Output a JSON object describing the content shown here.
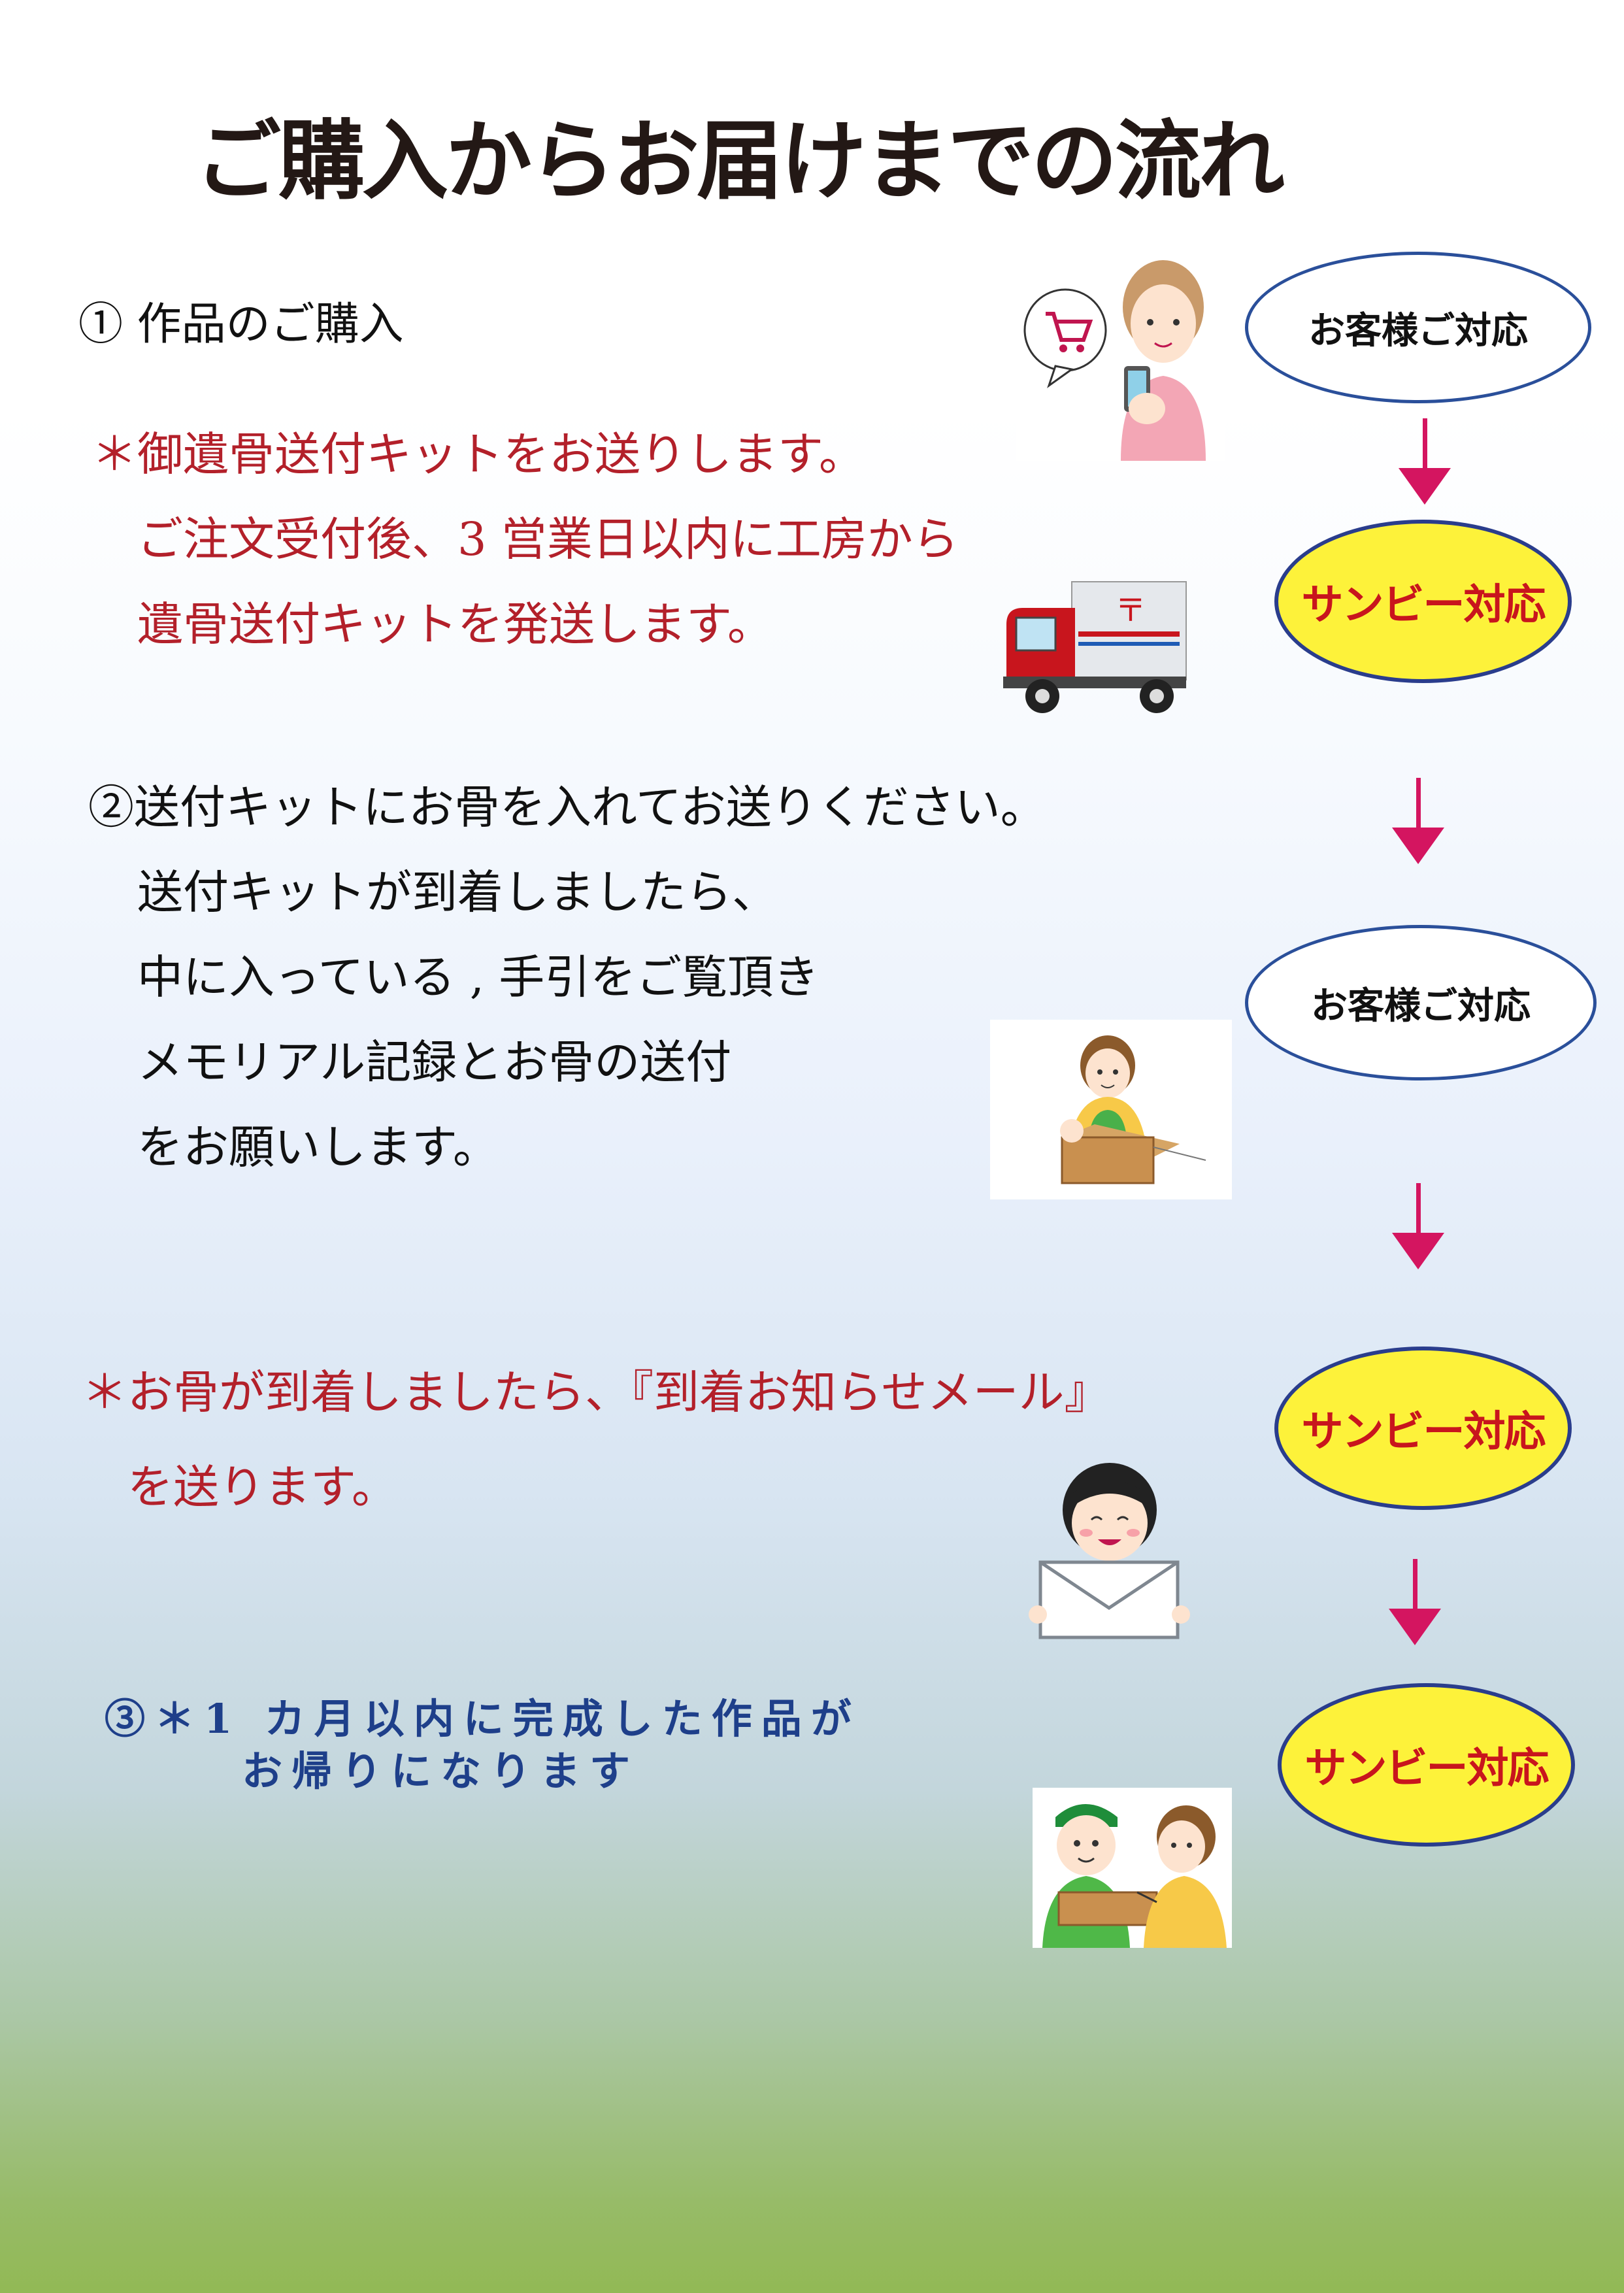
{
  "title": "ご購入からお届けまでの流れ",
  "step1": {
    "heading": "① 作品のご購入",
    "lines": [
      "＊御遺骨送付キットをお送りします。",
      "ご注文受付後、3 営業日以内に工房から",
      "遺骨送付キットを発送します。"
    ]
  },
  "step2": {
    "lines": [
      "②送付キットにお骨を入れてお送りください。",
      "送付キットが到着しましたら、",
      "中に入っている , 手引をご覧頂き",
      "メモリアル記録とお骨の送付",
      "をお願いします。"
    ]
  },
  "notice": {
    "lines": [
      "＊お骨が到着しましたら、『到着お知らせメール』",
      "を送ります。"
    ]
  },
  "step3": {
    "lines": [
      "③＊1 カ月以内に完成した作品が",
      "お帰りになります"
    ]
  },
  "flow": {
    "customer_label": "お客様ご対応",
    "sunbe_label": "サンビー対応"
  },
  "illustrations": {
    "truck_logo": "〒",
    "icons": [
      "shopping-cart-icon",
      "delivery-truck-icon",
      "packing-box-icon",
      "mail-envelope-icon",
      "delivery-handover-icon"
    ]
  },
  "colors": {
    "red_text": "#b3202a",
    "blue_text": "#1e3f8a",
    "arrow": "#d41560",
    "sunbe_fill": "#fdf23a",
    "oval_border": "#2a4f9a"
  }
}
